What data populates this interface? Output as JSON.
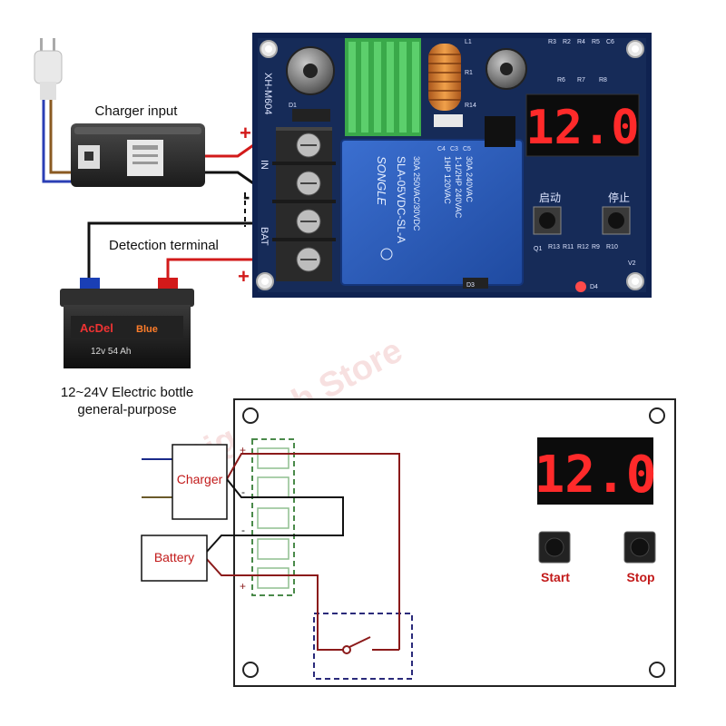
{
  "photo": {
    "charger_input_label": "Charger input",
    "detection_terminal_label": "Detection terminal",
    "battery_caption_line1": "12~24V Electric bottle",
    "battery_caption_line2": "general-purpose",
    "board_model": "XH-M604",
    "terminal_in": "IN",
    "terminal_bat": "BAT",
    "relay_brand": "SONGLE",
    "relay_model": "SLA-05VDC-SL-A",
    "relay_spec_1": "30A 250VAC/30VDC",
    "relay_spec_2": "1HP 120VAC",
    "relay_spec_3": "1-1/2HP 240VAC",
    "relay_spec_4": "30A 240VAC",
    "display_value": "12.0",
    "start_label_cn": "启动",
    "stop_label_cn": "停止",
    "battery_brand_1": "AcDel",
    "battery_brand_2": "Blue",
    "battery_spec": "12v 54 Ah",
    "watermark": "Dig-Tech Store",
    "component_labels": [
      "R3",
      "R2",
      "R4",
      "R5",
      "C6",
      "R6",
      "R7",
      "R8",
      "R13",
      "R11",
      "R12",
      "R9",
      "R10",
      "D1",
      "D3",
      "D4",
      "Q1",
      "V2",
      "L1",
      "R1",
      "R14",
      "C4",
      "C3",
      "C5"
    ]
  },
  "schematic": {
    "charger_label": "Charger",
    "battery_label": "Battery",
    "display_value": "12.0",
    "start_label": "Start",
    "stop_label": "Stop",
    "plus_sign": "+",
    "minus_sign": "-"
  },
  "colors": {
    "pcb": "#162b58",
    "relay": "#2a5ab8",
    "wire_red": "#8b1a1a",
    "dashed_green": "#4a8a4a",
    "dashed_blue": "#2a2a7a",
    "display_red": "#ff2a2a"
  }
}
